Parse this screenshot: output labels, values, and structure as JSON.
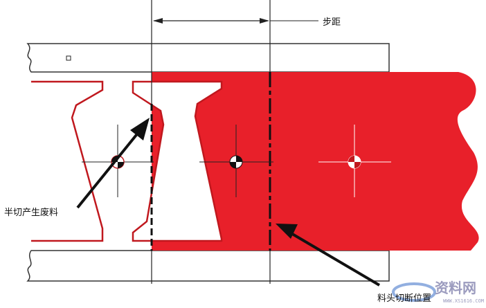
{
  "labels": {
    "pitch": "步距",
    "half_cut_scrap": "半切产生废料",
    "cutoff_position": "料头切断位置"
  },
  "watermark": {
    "text": "资料网",
    "url_text": "WWW.XS1616.COM"
  },
  "colors": {
    "material": "#e8202a",
    "outline": "#c0181e",
    "line": "#1a1a1a"
  }
}
